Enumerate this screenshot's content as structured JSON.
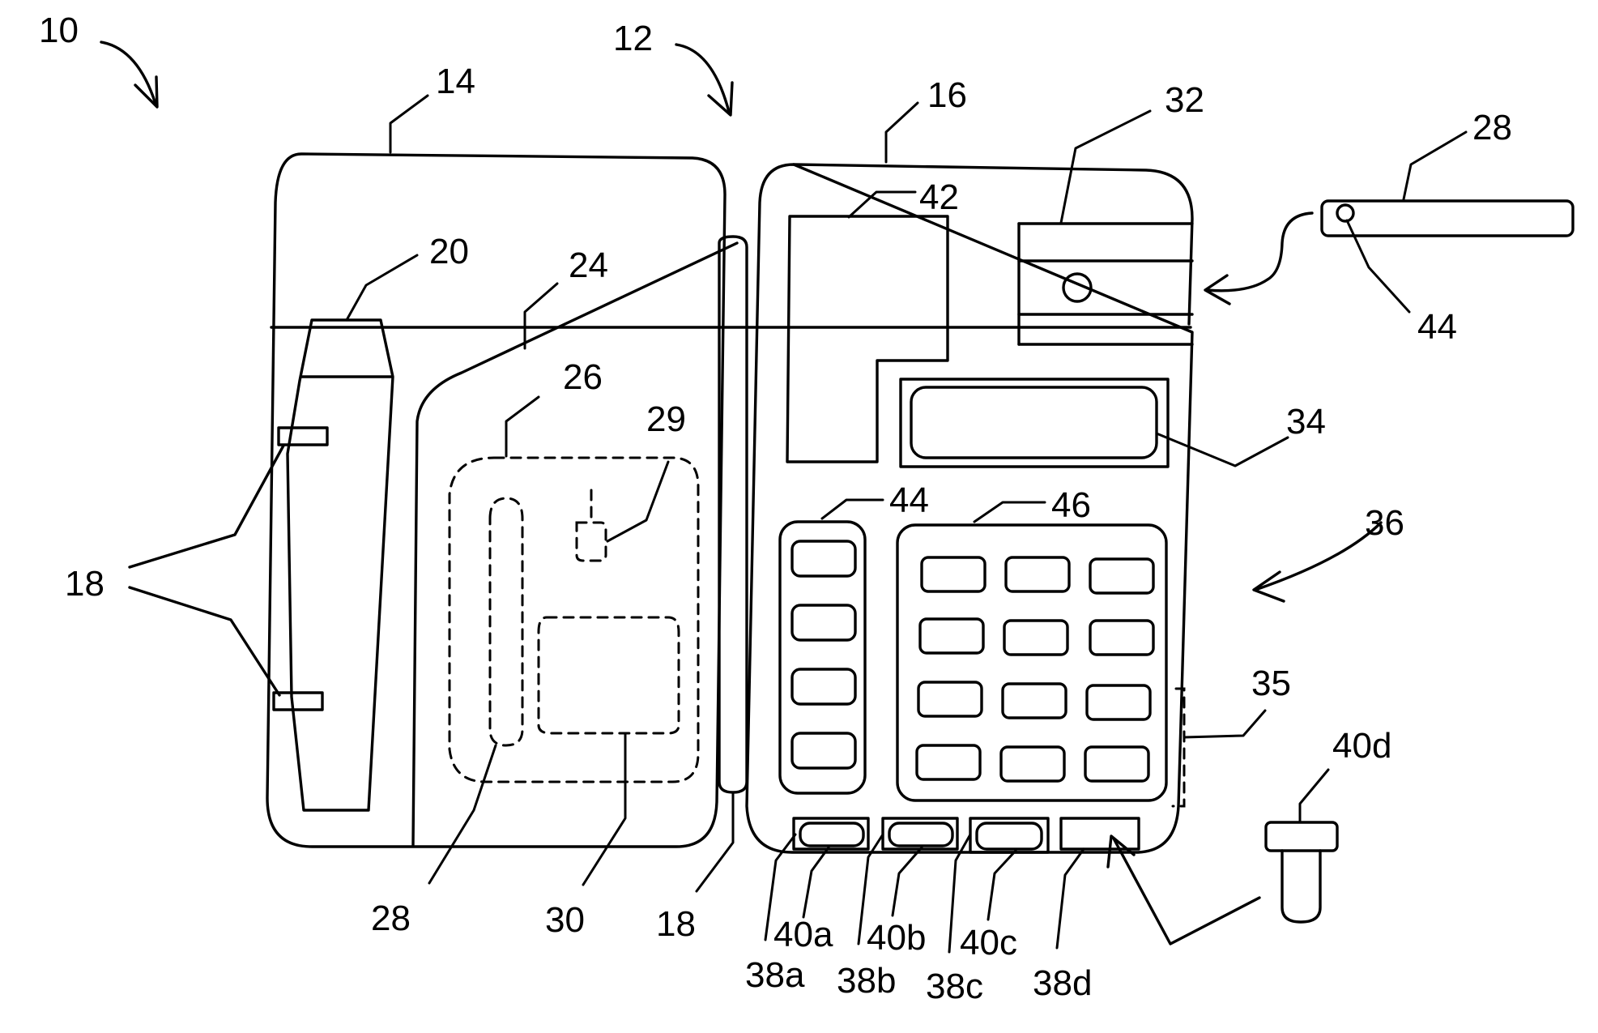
{
  "figure": {
    "labels": {
      "r10": "10",
      "r12": "12",
      "r14": "14",
      "r16": "16",
      "r32": "32",
      "r28_top": "28",
      "r44_top": "44",
      "r42": "42",
      "r20": "20",
      "r24": "24",
      "r26": "26",
      "r29": "29",
      "r34": "34",
      "r44_mid": "44",
      "r46": "46",
      "r36": "36",
      "r18_left": "18",
      "r35": "35",
      "r40d": "40d",
      "r28_bottom": "28",
      "r30": "30",
      "r18_bottom": "18",
      "r40a": "40a",
      "r40b": "40b",
      "r40c": "40c",
      "r38a": "38a",
      "r38b": "38b",
      "r38c": "38c",
      "r38d": "38d"
    }
  }
}
